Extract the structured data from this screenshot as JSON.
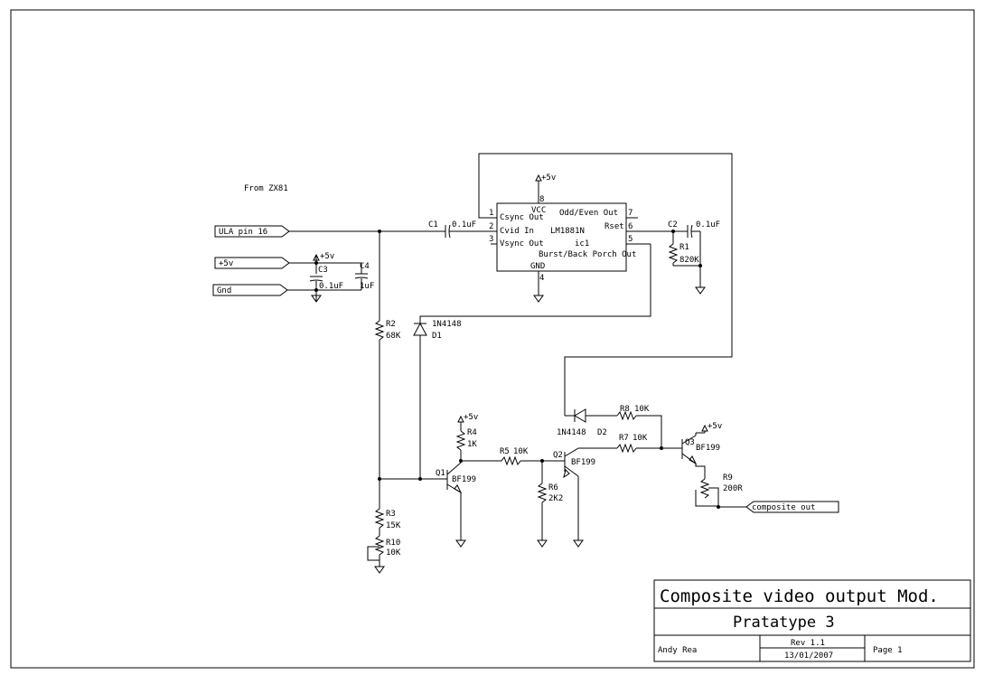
{
  "source_label": "From ZX81",
  "connectors": {
    "ula": "ULA pin 16",
    "v5": "+5v",
    "gnd": "Gnd",
    "out": "composite out"
  },
  "supply": "+5v",
  "ic": {
    "part": "LM1881N",
    "ref": "ic1",
    "pins": {
      "p1_label": "Csync Out",
      "p1_num": "1",
      "p2_label": "Cvid In",
      "p2_num": "2",
      "p3_label": "Vsync Out",
      "p3_num": "3",
      "p4_label": "GND",
      "p4_num": "4",
      "p5_label": "Burst/Back Porch Out",
      "p5_num": "5",
      "p6_label": "Rset",
      "p6_num": "6",
      "p7_label": "Odd/Even Out",
      "p7_num": "7",
      "p8_label": "VCC",
      "p8_num": "8"
    }
  },
  "capacitors": {
    "c1": {
      "ref": "C1",
      "value": "0.1uF"
    },
    "c2": {
      "ref": "C2",
      "value": "0.1uF"
    },
    "c3": {
      "ref": "C3",
      "value": "0.1uF"
    },
    "c4": {
      "ref": "C4",
      "value": "1uF"
    }
  },
  "resistors": {
    "r1": {
      "ref": "R1",
      "value": "820K"
    },
    "r2": {
      "ref": "R2",
      "value": "68K"
    },
    "r3": {
      "ref": "R3",
      "value": "15K"
    },
    "r4": {
      "ref": "R4",
      "value": "1K"
    },
    "r5": {
      "ref": "R5",
      "value": "10K"
    },
    "r6": {
      "ref": "R6",
      "value": "2K2"
    },
    "r7": {
      "ref": "R7",
      "value": "10K"
    },
    "r8": {
      "ref": "R8",
      "value": "10K"
    },
    "r9": {
      "ref": "R9",
      "value": "200R"
    },
    "r10": {
      "ref": "R10",
      "value": "10K"
    }
  },
  "diodes": {
    "d1": {
      "ref": "D1",
      "part": "1N4148"
    },
    "d2": {
      "ref": "D2",
      "part": "1N4148"
    }
  },
  "transistors": {
    "q1": {
      "ref": "Q1",
      "part": "BF199"
    },
    "q2": {
      "ref": "Q2",
      "part": "BF199"
    },
    "q3": {
      "ref": "Q3",
      "part": "BF199"
    }
  },
  "title_block": {
    "title": "Composite video output Mod.",
    "subtitle": "Pratatype 3",
    "author": "Andy Rea",
    "rev": "Rev 1.1",
    "date": "13/01/2007",
    "page": "Page 1"
  }
}
